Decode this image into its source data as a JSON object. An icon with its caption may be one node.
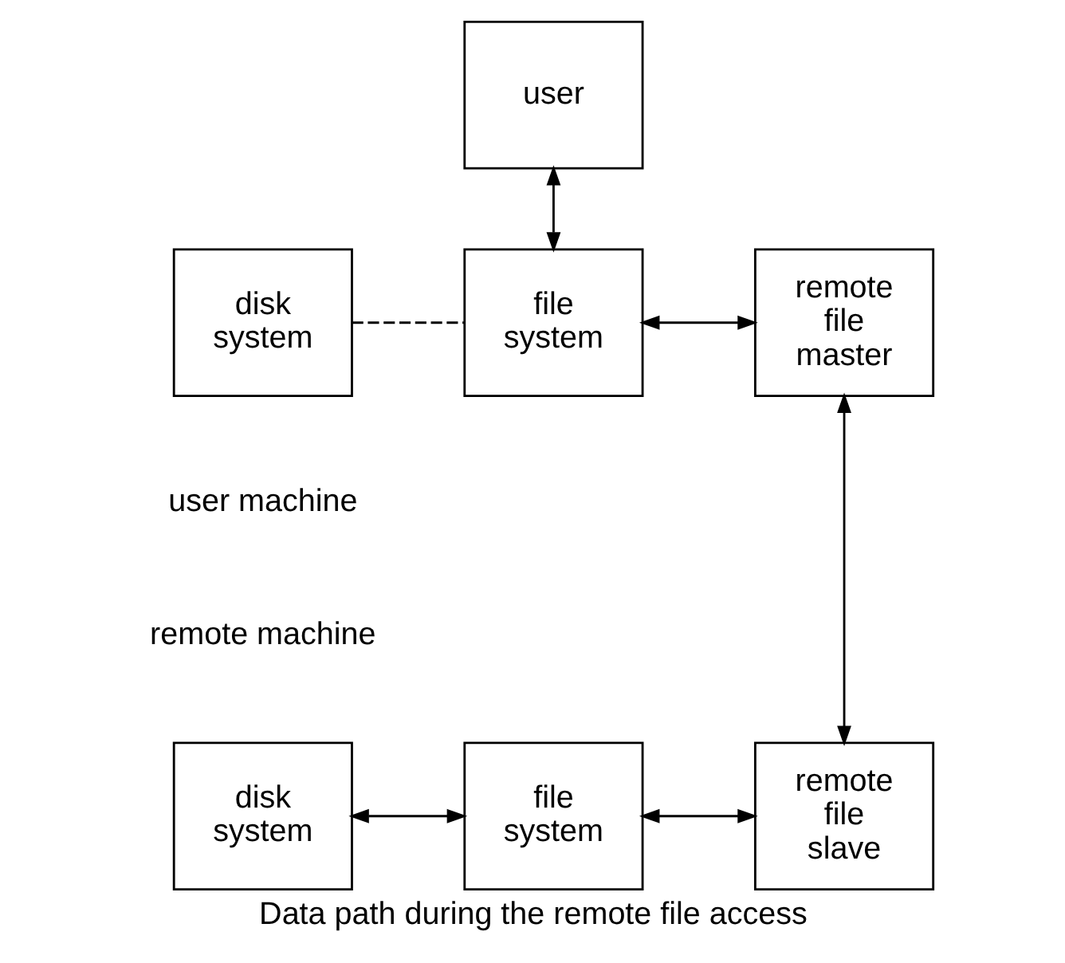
{
  "diagram": {
    "caption": "Data path during the remote file access",
    "nodes": [
      {
        "text": [
          "user"
        ]
      },
      {
        "text": [
          "disk system"
        ]
      },
      {
        "text": [
          "file system"
        ]
      },
      {
        "text": [
          "remote file master"
        ]
      },
      {
        "text": [
          "disk system"
        ]
      },
      {
        "text": [
          "file system"
        ]
      },
      {
        "text": [
          "remote file slave"
        ]
      }
    ],
    "edges": [
      {
        "from": 0,
        "to": 2,
        "arrow": "both"
      },
      {
        "from": 1,
        "to": 2,
        "arrow": "none",
        "style": "dashed"
      },
      {
        "from": 2,
        "to": 3,
        "arrow": "both"
      },
      {
        "from": 3,
        "to": 6,
        "arrow": "both"
      },
      {
        "from": 4,
        "to": 5,
        "arrow": "both"
      },
      {
        "from": 5,
        "to": 6,
        "arrow": "both"
      }
    ],
    "labels": [
      "user machine",
      "remote machine"
    ]
  }
}
